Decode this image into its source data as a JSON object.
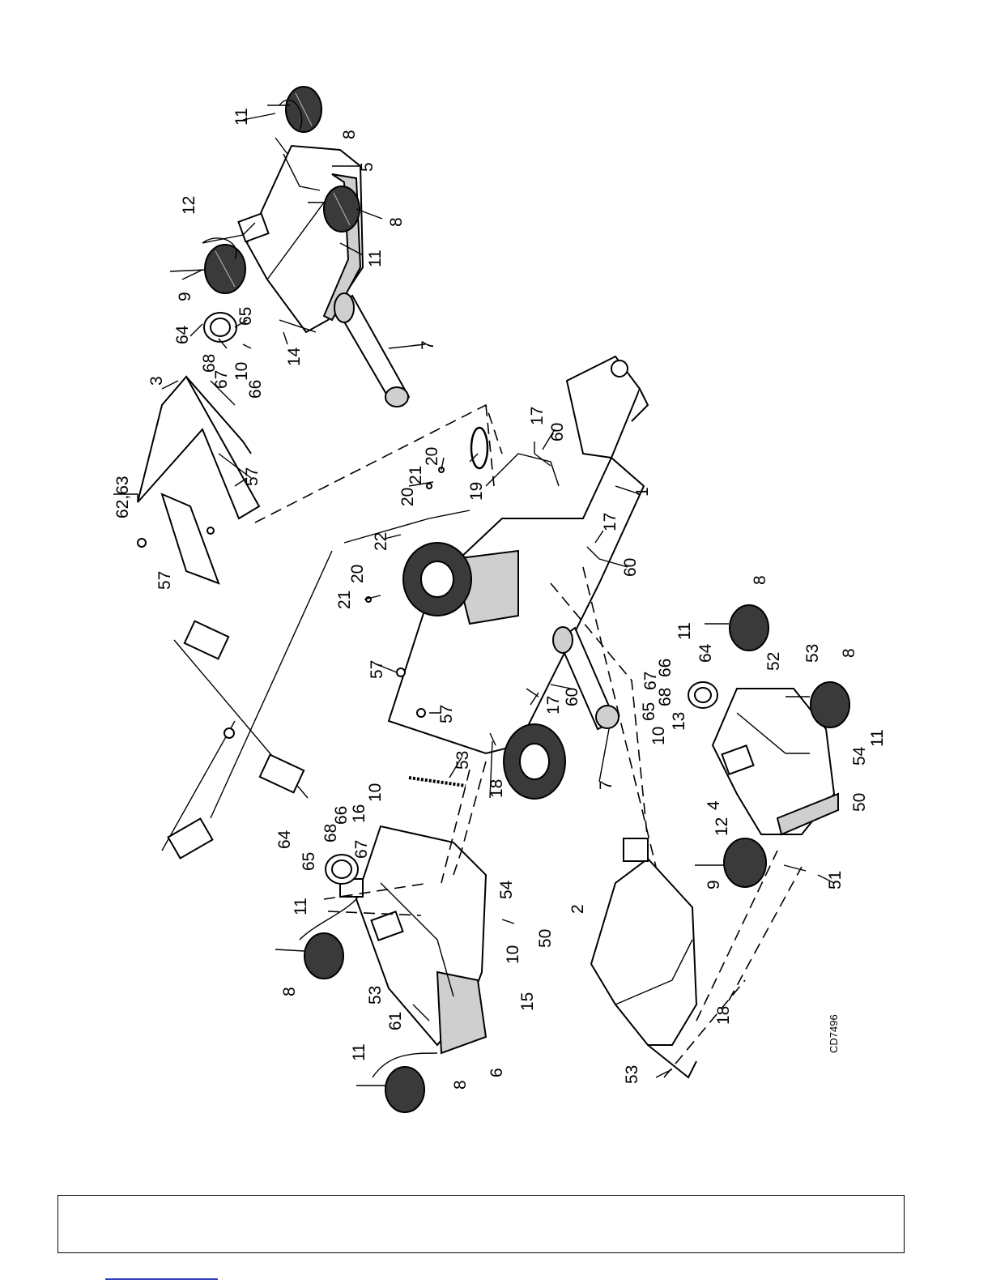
{
  "figure_code": "CD7496",
  "callouts": [
    {
      "id": "c-11a",
      "text": "11",
      "r": -90
    },
    {
      "id": "c-8a",
      "text": "8",
      "r": -90
    },
    {
      "id": "c-5",
      "text": "5",
      "r": -90
    },
    {
      "id": "c-12a",
      "text": "12",
      "r": -90
    },
    {
      "id": "c-8b",
      "text": "8",
      "r": -90
    },
    {
      "id": "c-11b",
      "text": "11",
      "r": -90
    },
    {
      "id": "c-9a",
      "text": "9",
      "r": -90
    },
    {
      "id": "c-65a",
      "text": "65",
      "r": -90
    },
    {
      "id": "c-64a",
      "text": "64",
      "r": -90
    },
    {
      "id": "c-68a",
      "text": "68",
      "r": -90
    },
    {
      "id": "c-67a",
      "text": "67",
      "r": -90
    },
    {
      "id": "c-66a",
      "text": "66",
      "r": -90
    },
    {
      "id": "c-10a",
      "text": "10",
      "r": -90
    },
    {
      "id": "c-14",
      "text": "14",
      "r": -90
    },
    {
      "id": "c-7a",
      "text": "7",
      "r": -90
    },
    {
      "id": "c-3",
      "text": "3",
      "r": -90
    },
    {
      "id": "c-6263",
      "text": "62,63",
      "r": -90
    },
    {
      "id": "c-57a",
      "text": "57",
      "r": -90
    },
    {
      "id": "c-57b",
      "text": "57",
      "r": -90
    },
    {
      "id": "c-17a",
      "text": "17",
      "r": -90
    },
    {
      "id": "c-60a",
      "text": "60",
      "r": -90
    },
    {
      "id": "c-20a",
      "text": "20",
      "r": -90
    },
    {
      "id": "c-21a",
      "text": "21",
      "r": -90
    },
    {
      "id": "c-20b",
      "text": "20",
      "r": -90
    },
    {
      "id": "c-19",
      "text": "19",
      "r": -90
    },
    {
      "id": "c-1",
      "text": "1",
      "r": -90
    },
    {
      "id": "c-22",
      "text": "22",
      "r": -90
    },
    {
      "id": "c-20c",
      "text": "20",
      "r": -90
    },
    {
      "id": "c-21b",
      "text": "21",
      "r": -90
    },
    {
      "id": "c-17b",
      "text": "17",
      "r": -90
    },
    {
      "id": "c-60b",
      "text": "60",
      "r": -90
    },
    {
      "id": "c-57c",
      "text": "57",
      "r": -90
    },
    {
      "id": "c-57d",
      "text": "57",
      "r": -90
    },
    {
      "id": "c-17c",
      "text": "17",
      "r": -90
    },
    {
      "id": "c-60c",
      "text": "60",
      "r": -90
    },
    {
      "id": "c-53a",
      "text": "53",
      "r": -90
    },
    {
      "id": "c-18a",
      "text": "18",
      "r": -90
    },
    {
      "id": "c-7b",
      "text": "7",
      "r": -90
    },
    {
      "id": "c-8c",
      "text": "8",
      "r": -90
    },
    {
      "id": "c-11c",
      "text": "11",
      "r": -90
    },
    {
      "id": "c-64b",
      "text": "64",
      "r": -90
    },
    {
      "id": "c-66b",
      "text": "66",
      "r": -90
    },
    {
      "id": "c-67b",
      "text": "67",
      "r": -90
    },
    {
      "id": "c-68b",
      "text": "68",
      "r": -90
    },
    {
      "id": "c-52",
      "text": "52",
      "r": -90
    },
    {
      "id": "c-53b",
      "text": "53",
      "r": -90
    },
    {
      "id": "c-8d",
      "text": "8",
      "r": -90
    },
    {
      "id": "c-65b",
      "text": "65",
      "r": -90
    },
    {
      "id": "c-13",
      "text": "13",
      "r": -90
    },
    {
      "id": "c-10b",
      "text": "10",
      "r": -90
    },
    {
      "id": "c-11d",
      "text": "11",
      "r": -90
    },
    {
      "id": "c-54a",
      "text": "54",
      "r": -90
    },
    {
      "id": "c-4",
      "text": "4",
      "r": -90
    },
    {
      "id": "c-50a",
      "text": "50",
      "r": -90
    },
    {
      "id": "c-12b",
      "text": "12",
      "r": -90
    },
    {
      "id": "c-9b",
      "text": "9",
      "r": -90
    },
    {
      "id": "c-51",
      "text": "51",
      "r": -90
    },
    {
      "id": "c-10c",
      "text": "10",
      "r": -90
    },
    {
      "id": "c-64c",
      "text": "64",
      "r": -90
    },
    {
      "id": "c-66c",
      "text": "66",
      "r": -90
    },
    {
      "id": "c-16",
      "text": "16",
      "r": -90
    },
    {
      "id": "c-68c",
      "text": "68",
      "r": -90
    },
    {
      "id": "c-65c",
      "text": "65",
      "r": -90
    },
    {
      "id": "c-67c",
      "text": "67",
      "r": -90
    },
    {
      "id": "c-54b",
      "text": "54",
      "r": -90
    },
    {
      "id": "c-11e",
      "text": "11",
      "r": -90
    },
    {
      "id": "c-50b",
      "text": "50",
      "r": -90
    },
    {
      "id": "c-10d",
      "text": "10",
      "r": -90
    },
    {
      "id": "c-8e",
      "text": "8",
      "r": -90
    },
    {
      "id": "c-53c",
      "text": "53",
      "r": -90
    },
    {
      "id": "c-15",
      "text": "15",
      "r": -90
    },
    {
      "id": "c-61",
      "text": "61",
      "r": -90
    },
    {
      "id": "c-11f",
      "text": "11",
      "r": -90
    },
    {
      "id": "c-6",
      "text": "6",
      "r": -90
    },
    {
      "id": "c-8f",
      "text": "8",
      "r": -90
    },
    {
      "id": "c-2",
      "text": "2",
      "r": -90
    },
    {
      "id": "c-18b",
      "text": "18",
      "r": -90
    },
    {
      "id": "c-53d",
      "text": "53",
      "r": -90
    }
  ]
}
